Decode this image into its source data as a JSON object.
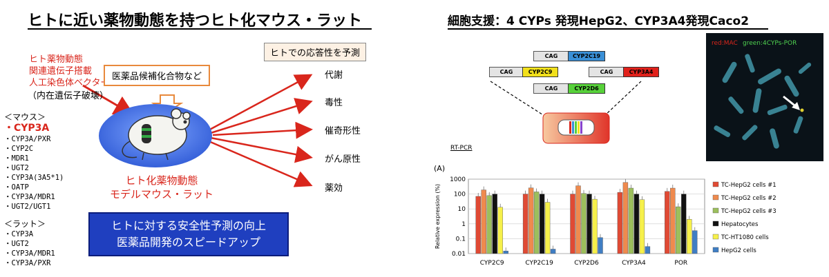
{
  "left": {
    "title": "ヒトに近い薬物動態を持つヒト化マウス・ラット",
    "vector_lines": [
      "ヒト薬物動態",
      "関連遺伝子搭載",
      "人工染色体ベクター"
    ],
    "vector_note": "（内在遺伝子破壊）",
    "mouse_header": "＜マウス＞",
    "mouse_highlight": "・CYP3A",
    "mouse_items": [
      "・CYP3A/PXR",
      "・CYP2C",
      "・MDR1",
      "・UGT2",
      "・CYP3A(3A5*1)",
      "・OATP",
      "・CYP3A/MDR1",
      "・UGT2/UGT1"
    ],
    "rat_header": "＜ラット＞",
    "rat_items": [
      "・CYP3A",
      "・UGT2",
      "・CYP3A/MDR1",
      "・CYP3A/PXR"
    ],
    "compound_box": "医薬品候補化合物など",
    "prediction_box": "ヒトでの応答性を予測",
    "effects": [
      "代謝",
      "毒性",
      "催奇形性",
      "がん原性",
      "薬効"
    ],
    "model_lines": [
      "ヒト化薬物動態",
      "モデルマウス・ラット"
    ],
    "benefit_lines": [
      "ヒトに対する安全性予測の向上",
      "医薬品開発のスピードアップ"
    ]
  },
  "right": {
    "title": "細胞支援：4 CYPs 発現HepG2、CYP3A4発現Caco2",
    "constructs": [
      {
        "promoter": "CAG",
        "gene": "CYP2C19",
        "color": "#3a8fd6"
      },
      {
        "promoter": "CAG",
        "gene": "CYP2C9",
        "color": "#f2e01c"
      },
      {
        "promoter": "CAG",
        "gene": "CYP3A4",
        "color": "#e0211b"
      },
      {
        "promoter": "CAG",
        "gene": "CYP2D6",
        "color": "#57d13a"
      }
    ],
    "micro_label_red": "red:MAC",
    "micro_label_green": "green:4CYPs-POR",
    "rtpcr_label": "RT-PCR",
    "panel_label": "(A)"
  },
  "chart_data": {
    "type": "bar",
    "ylabel": "Relative expression (%)",
    "yscale": "log",
    "ylim": [
      0.01,
      1000
    ],
    "yticks": [
      "1000",
      "100",
      "10",
      "1",
      "0.1",
      "0.01"
    ],
    "categories": [
      "CYP2C9",
      "CYP2C19",
      "CYP2D6",
      "CYP3A4",
      "POR"
    ],
    "legend_position": "right",
    "series": [
      {
        "name": "TC-HepG2 cells #1",
        "color": "#e04a34",
        "values": [
          70,
          100,
          100,
          130,
          150
        ]
      },
      {
        "name": "TC-HepG2 cells #2",
        "color": "#ef8a4e",
        "values": [
          190,
          260,
          360,
          600,
          250
        ]
      },
      {
        "name": "TC-HepG2 cells #3",
        "color": "#9cbf5c",
        "values": [
          80,
          140,
          110,
          250,
          14
        ]
      },
      {
        "name": "Hepatocytes",
        "color": "#111111",
        "values": [
          100,
          100,
          100,
          100,
          100
        ]
      },
      {
        "name": "TC-HT1080 cells",
        "color": "#f6f04a",
        "values": [
          13,
          28,
          45,
          42,
          2
        ]
      },
      {
        "name": "HepG2 cells",
        "color": "#3f7ec4",
        "values": [
          0.015,
          0.02,
          0.12,
          0.03,
          0.35
        ]
      }
    ]
  }
}
